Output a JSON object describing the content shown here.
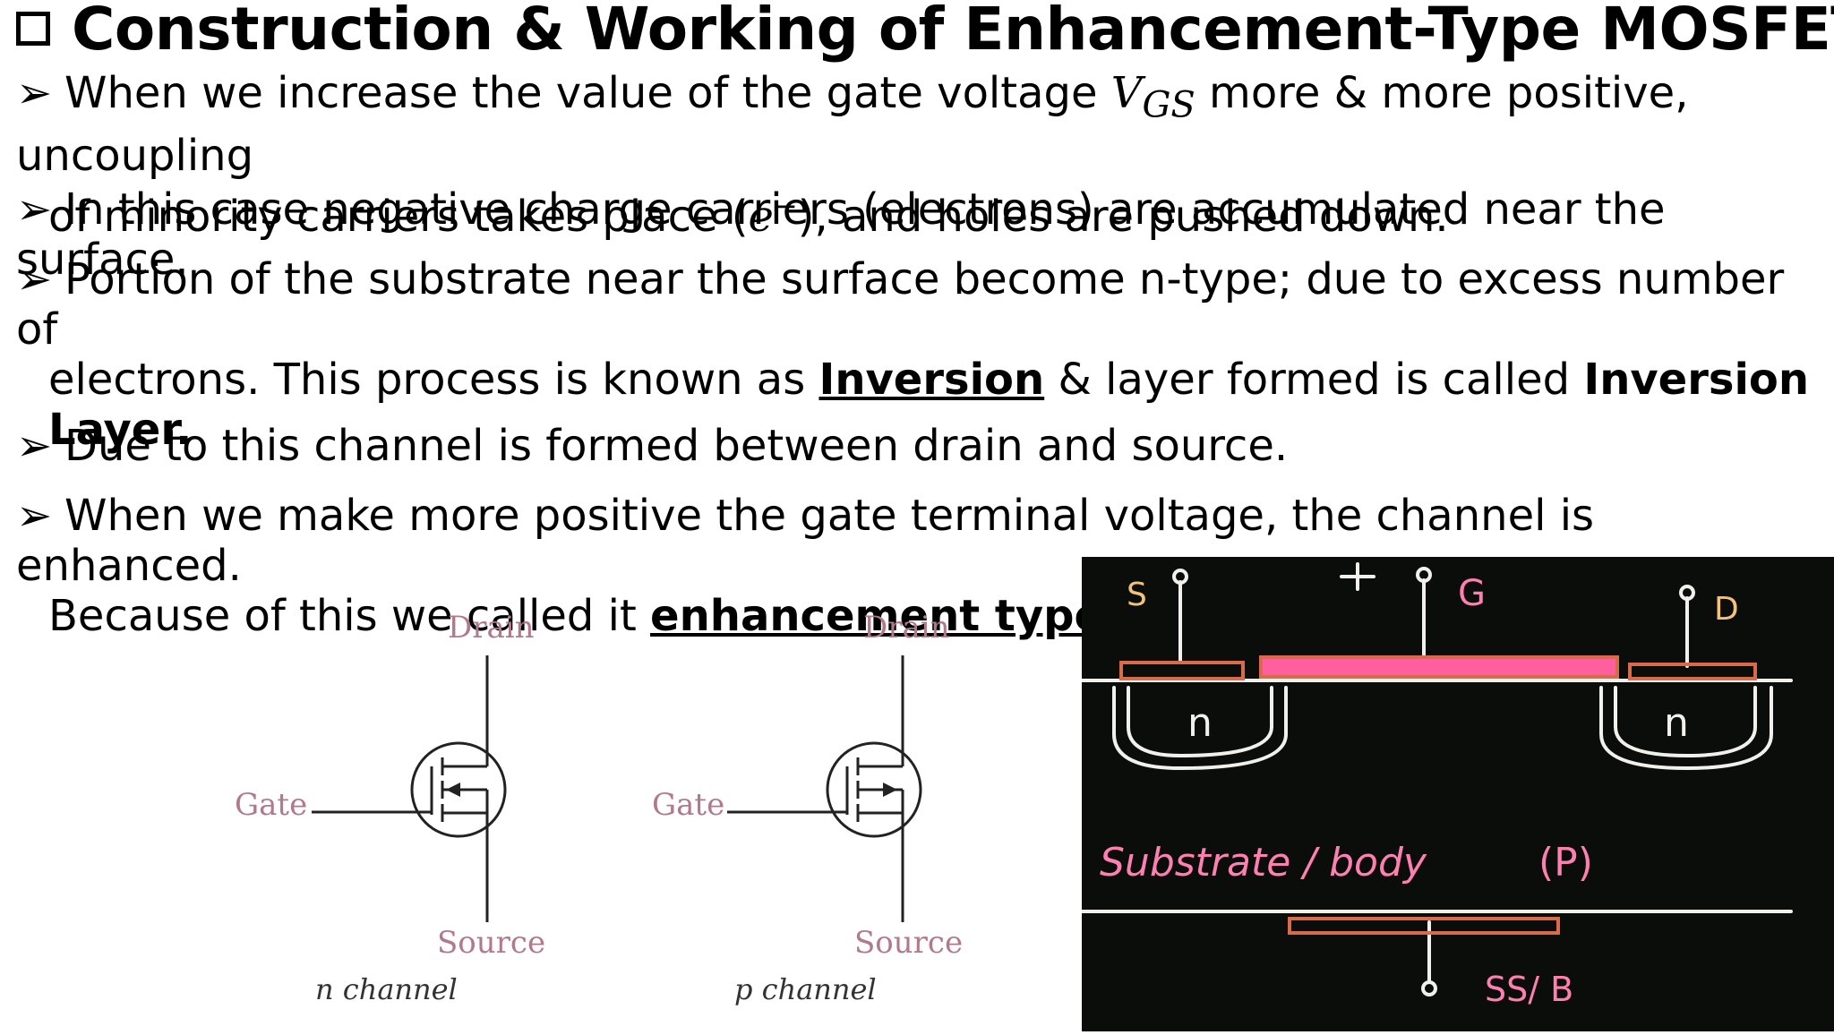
{
  "title": "Construction & Working of Enhancement-Type MOSFET",
  "bullets": {
    "b1": {
      "a": "When we increase the value of the gate voltage ",
      "math": "V",
      "sub": "GS",
      "b": " more & more positive, uncoupling",
      "line2a": "of minority carriers takes place (",
      "math2": "e",
      "sup": "−",
      "line2b": "), and holes are pushed down."
    },
    "b2": {
      "text": "In this case negative charge carriers (electrons) are accumulated near the surface."
    },
    "b3": {
      "line1": "Portion of the substrate near the surface become n-type; due to excess number of",
      "line2a": "electrons. This process is known as ",
      "bold1": "Inversion",
      "line2b": " & layer formed is called ",
      "bold2": "Inversion",
      "line3": "Layer."
    },
    "b4": {
      "text": "Due to this channel is formed between drain and source."
    },
    "b5": {
      "line1": "When we make more positive the gate terminal voltage, the channel is enhanced.",
      "line2a": "Because of this we called it ",
      "bold": "enhancement type",
      "line2b": "."
    }
  },
  "symbols": {
    "n": {
      "drain": "Drain",
      "gate": "Gate",
      "source": "Source",
      "caption": "n channel"
    },
    "p": {
      "drain": "Drain",
      "gate": "Gate",
      "source": "Source",
      "caption": "p channel"
    }
  },
  "board": {
    "s": "S",
    "g": "G",
    "d": "D",
    "plus": "+",
    "n_left": "n",
    "n_right": "n",
    "substrate": "Substrate / body",
    "p": "(P)",
    "ssb": "SS/ B"
  },
  "colors": {
    "board": "#0a0d0a",
    "chalk": "#f2f0ea",
    "pink": "#ff5f9f",
    "oxide": "#d96a4a",
    "symbol_label": "#b07a8c"
  }
}
